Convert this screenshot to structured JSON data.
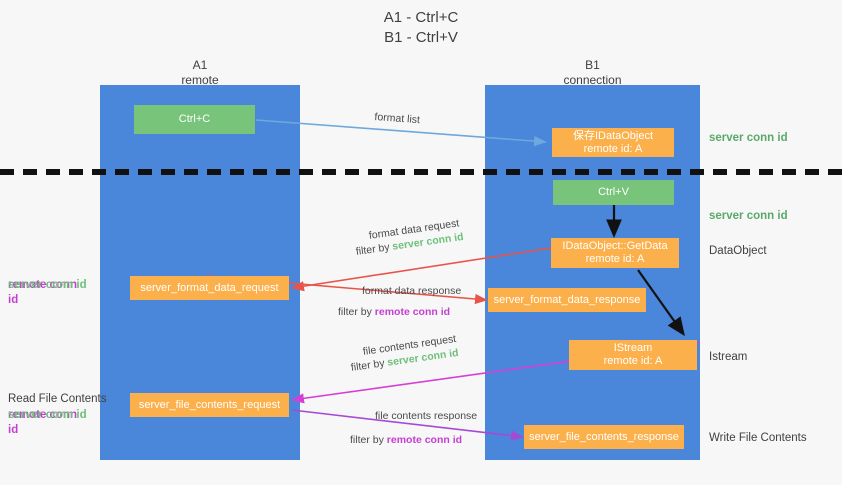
{
  "title_lines": [
    "A1 - Ctrl+C",
    "B1 - Ctrl+V"
  ],
  "columns": {
    "left": {
      "name": "A1",
      "role": "remote"
    },
    "right": {
      "name": "B1",
      "role": "connection"
    }
  },
  "colors": {
    "lane": "#4a86d9",
    "green_box": "#78c47a",
    "orange_box": "#fbb04b",
    "page_bg": "#f7f7f7",
    "remote_conn_id": "#c43fd1",
    "server_conn_id": "#6ec07a",
    "arrow_blue": "#6fa8dc",
    "arrow_red": "#e8544a",
    "arrow_magenta": "#d63fd6",
    "arrow_purple": "#a64ad6",
    "arrow_black": "#111111",
    "divider": "#111111"
  },
  "boxes": {
    "ctrl_c": "Ctrl+C",
    "ctrl_v": "Ctrl+V",
    "save_idataobject_l1": "保存IDataObject",
    "save_idataobject_l2": "remote id: A",
    "getdata_l1": "IDataObject::GetData",
    "getdata_l2": "remote id: A",
    "istream_l1": "IStream",
    "istream_l2": "remote id: A",
    "server_format_data_request": "server_format_data_request",
    "server_format_data_response": "server_format_data_response",
    "server_file_contents_request": "server_file_contents_request",
    "server_file_contents_response": "server_file_contents_response"
  },
  "side_labels": {
    "server_conn_id_top": "server conn id",
    "server_conn_id_mid": "server conn id",
    "dataobject": "DataObject",
    "istream": "Istream",
    "write_file_contents": "Write File Contents",
    "read_file_contents": "Read File Contents",
    "remote_conn_id": "remote conn id",
    "server_conn_id": "server conn id"
  },
  "edges": {
    "format_list": "format list",
    "format_data_request": "format data request",
    "format_data_request_filter_prefix": "filter by ",
    "format_data_request_filter_value": "server conn id",
    "format_data_response": "format data response",
    "format_data_response_filter_prefix": "filter by ",
    "format_data_response_filter_value": "remote conn id",
    "file_contents_request": "file contents request",
    "file_contents_request_filter_prefix": "filter by ",
    "file_contents_request_filter_value": "server conn id",
    "file_contents_response": "file contents response",
    "file_contents_response_filter_prefix": "filter by ",
    "file_contents_response_filter_value": "remote conn id"
  }
}
